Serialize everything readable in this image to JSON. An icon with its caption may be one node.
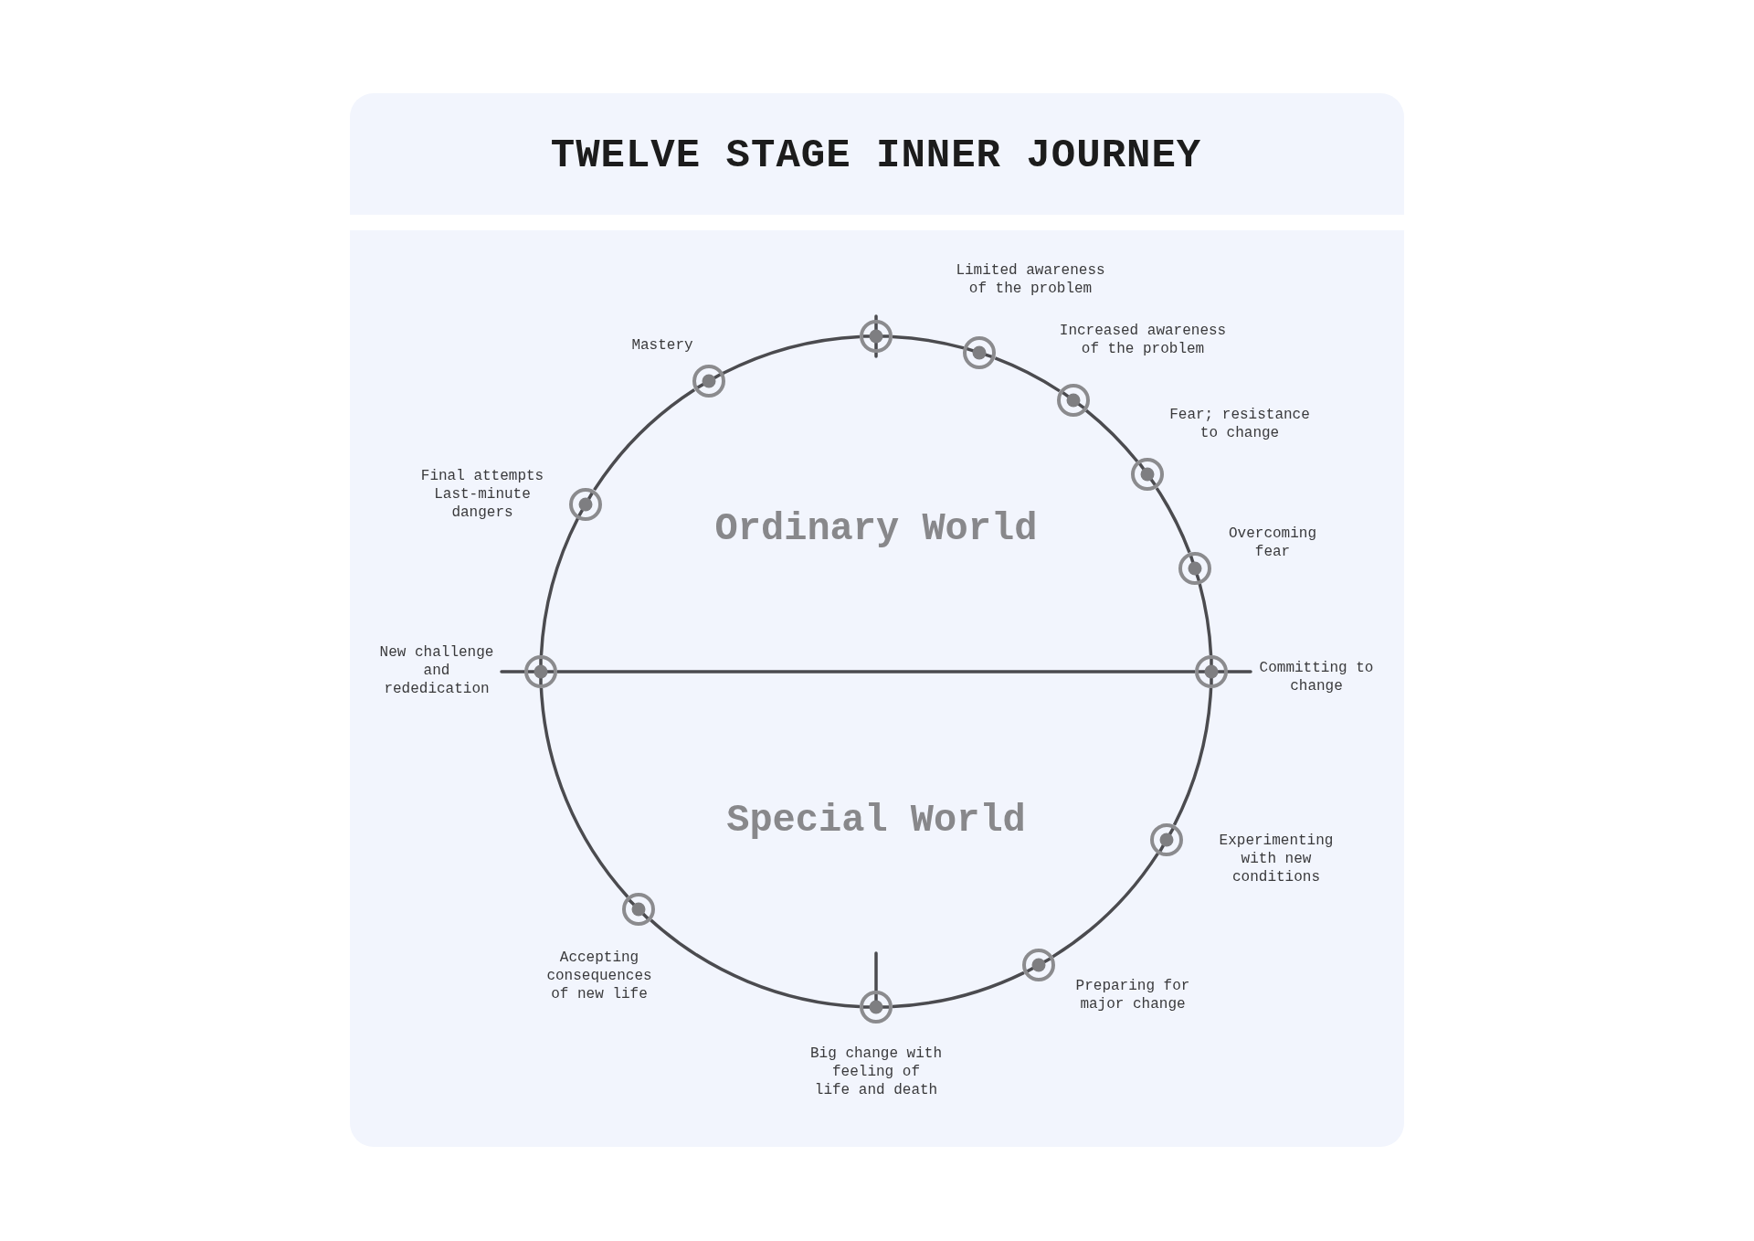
{
  "diagram": {
    "title": "TWELVE STAGE INNER JOURNEY",
    "nodes": [
      {
        "text": [],
        "shape": "circle"
      },
      {
        "text": [],
        "shape": "circle",
        "beside": [
          "Limited awareness of the problem"
        ]
      },
      {
        "text": [],
        "shape": "circle",
        "beside": [
          "Increased awareness of the problem"
        ]
      },
      {
        "text": [],
        "shape": "circle",
        "beside": [
          "Fear; resistance to change"
        ]
      },
      {
        "text": [],
        "shape": "circle",
        "beside": [
          "Overcoming fear"
        ]
      },
      {
        "text": [],
        "shape": "circle",
        "beside": [
          "Committing to change"
        ]
      },
      {
        "text": [],
        "shape": "circle",
        "beside": [
          "Experimenting with new conditions"
        ]
      },
      {
        "text": [],
        "shape": "circle",
        "beside": [
          "Preparing for major change"
        ]
      },
      {
        "text": [],
        "shape": "circle",
        "beside": [
          "Big change with feeling of life and death"
        ]
      },
      {
        "text": [],
        "shape": "circle",
        "beside": [
          "Accepting consequences of new life"
        ]
      },
      {
        "text": [],
        "shape": "circle",
        "beside": [
          "New challenge and rededication"
        ]
      },
      {
        "text": [],
        "shape": "circle",
        "beside": [
          "Final attempts Last-minute dangers"
        ]
      },
      {
        "text": [],
        "shape": "circle",
        "beside": [
          "Mastery"
        ]
      }
    ],
    "edges": [
      {
        "from": 0,
        "to": 1,
        "arrow": "none"
      },
      {
        "from": 1,
        "to": 2,
        "arrow": "none"
      },
      {
        "from": 2,
        "to": 3,
        "arrow": "none"
      },
      {
        "from": 3,
        "to": 4,
        "arrow": "none"
      },
      {
        "from": 4,
        "to": 5,
        "arrow": "none"
      },
      {
        "from": 5,
        "to": 6,
        "arrow": "none"
      },
      {
        "from": 6,
        "to": 7,
        "arrow": "none"
      },
      {
        "from": 7,
        "to": 8,
        "arrow": "none"
      },
      {
        "from": 8,
        "to": 9,
        "arrow": "none"
      },
      {
        "from": 9,
        "to": 10,
        "arrow": "none"
      },
      {
        "from": 10,
        "to": 11,
        "arrow": "none"
      },
      {
        "from": 11,
        "to": 12,
        "arrow": "none"
      },
      {
        "from": 12,
        "to": 0,
        "arrow": "none"
      },
      {
        "from": 10,
        "to": 5,
        "arrow": "none"
      }
    ],
    "labels": [
      "Ordinary World",
      "Special World"
    ]
  }
}
